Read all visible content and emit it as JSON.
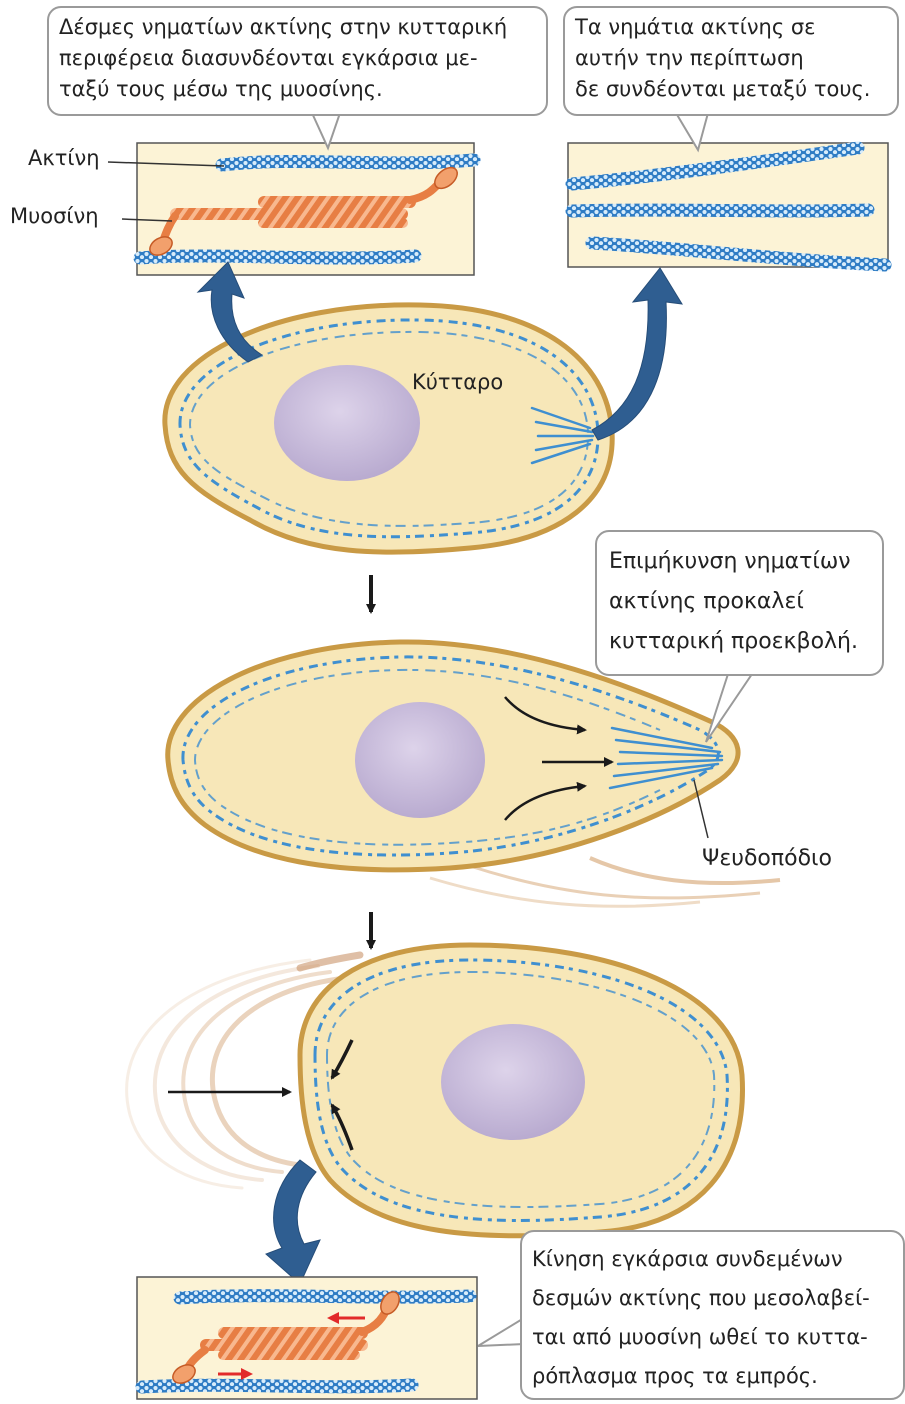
{
  "labels": {
    "actin": "Ακτίνη",
    "myosin": "Μυοσίνη",
    "cell": "Κύτταρο",
    "pseudopod": "Ψευδοπόδιο"
  },
  "callouts": {
    "crosslinked": [
      "Δέσμες νηματίων ακτίνης στην κυτταρική",
      "περιφέρεια διασυνδέονται εγκάρσια με-",
      "ταξύ τους μέσω της μυοσίνης."
    ],
    "not_linked": [
      "Τα νημάτια ακτίνης σε",
      "αυτήν την περίπτωση",
      "δε συνδέονται μεταξύ τους."
    ],
    "elongation": [
      "Επιμήκυνση νηματίων",
      "ακτίνης προκαλεί",
      "κυτταρική προεκβολή."
    ],
    "movement": [
      "Κίνηση εγκάρσια συνδεμένων",
      "δεσμών ακτίνης που μεσολαβεί-",
      "ται από μυοσίνη ωθεί το κυττα-",
      "ρόπλασμα προς τα εμπρός."
    ]
  },
  "colors": {
    "cytoplasm": "#f7e7b8",
    "membrane": "#c99a45",
    "nucleus": "#c9bddb",
    "actin": "#3f8fd0",
    "myosin": "#e77e44",
    "big_arrow": "#2f5e91",
    "red_arrow": "#e22a2a"
  }
}
